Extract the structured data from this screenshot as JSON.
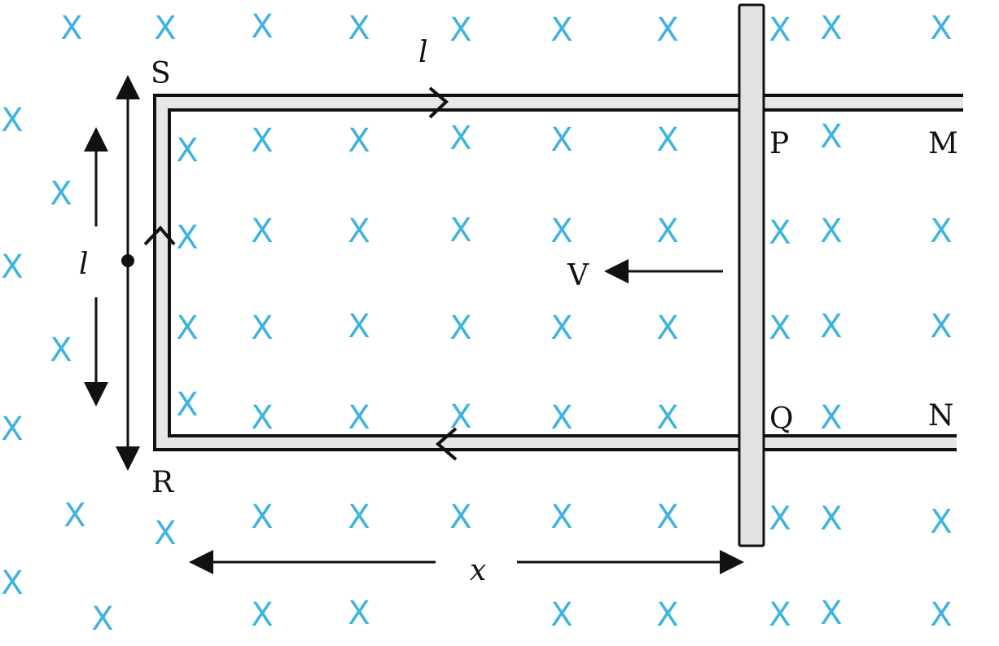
{
  "field_symbol": "X",
  "field_color": "#3fb3e0",
  "labels": {
    "S": "S",
    "R": "R",
    "P": "P",
    "Q": "Q",
    "M": "M",
    "N": "N",
    "velocity": "V",
    "length_top": "l",
    "length_side": "l",
    "distance": "x"
  }
}
